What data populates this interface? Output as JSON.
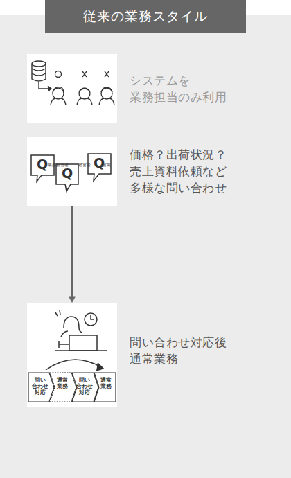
{
  "diagram": {
    "title": "従来の業務スタイル",
    "nodes": [
      {
        "text": [
          "業務担当者",
          "経営者",
          "営業",
          "システムを 業務担当のみ利用"
        ]
      },
      {
        "text": [
          "Q",
          "Q",
          "Q",
          "価格？出荷状況？ 売上資料依頼など 多様な問い合わせ"
        ]
      },
      {
        "text": [
          "問い 合わせ 対応",
          "通常 業務",
          "問い 合わせ 対応",
          "通常 業務",
          "問い合わせ対応後 通常業務"
        ]
      }
    ],
    "edges": [
      {
        "from": 1,
        "to": 2,
        "arrow": "to"
      }
    ]
  }
}
